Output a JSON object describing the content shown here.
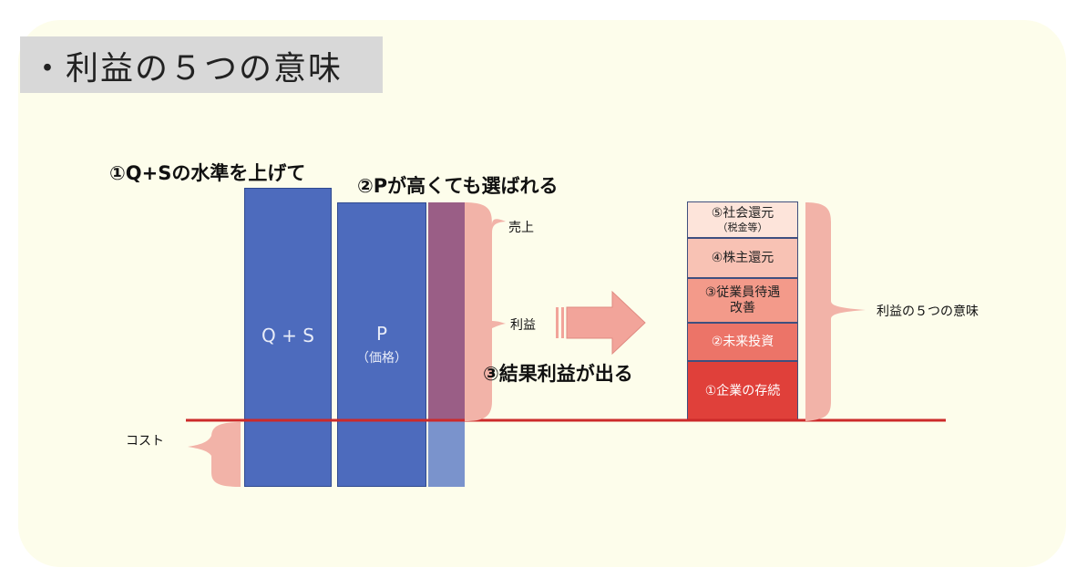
{
  "title": "・利益の５つの意味",
  "heading_left": "①Q+Sの水準を上げて",
  "heading_mid": "②Pが高くても選ばれる",
  "result_text": "③結果利益が出る",
  "bar_qs_label": "Q + S",
  "bar_p_label": "P",
  "bar_p_sub": "（価格）",
  "label_sales": "売上",
  "label_profit": "利益",
  "label_cost": "コスト",
  "label_meanings": "利益の５つの意味",
  "stack": [
    {
      "line1": "⑤社会還元",
      "line2": "（税金等）"
    },
    {
      "line1": "④株主還元",
      "line2": ""
    },
    {
      "line1": "③従業員待遇",
      "line2": "改善"
    },
    {
      "line1": "②未来投資",
      "line2": ""
    },
    {
      "line1": "①企業の存続",
      "line2": ""
    }
  ],
  "colors": {
    "bar_blue": "#4d6bbd",
    "profit_band": "#9a5e86",
    "cost_band": "#7a93cc",
    "baseline": "#cc2a2a",
    "brace": "#f2b3a8",
    "stack": [
      "#fde4da",
      "#f8c2b4",
      "#f39a8a",
      "#ec7468",
      "#e0403a"
    ]
  }
}
